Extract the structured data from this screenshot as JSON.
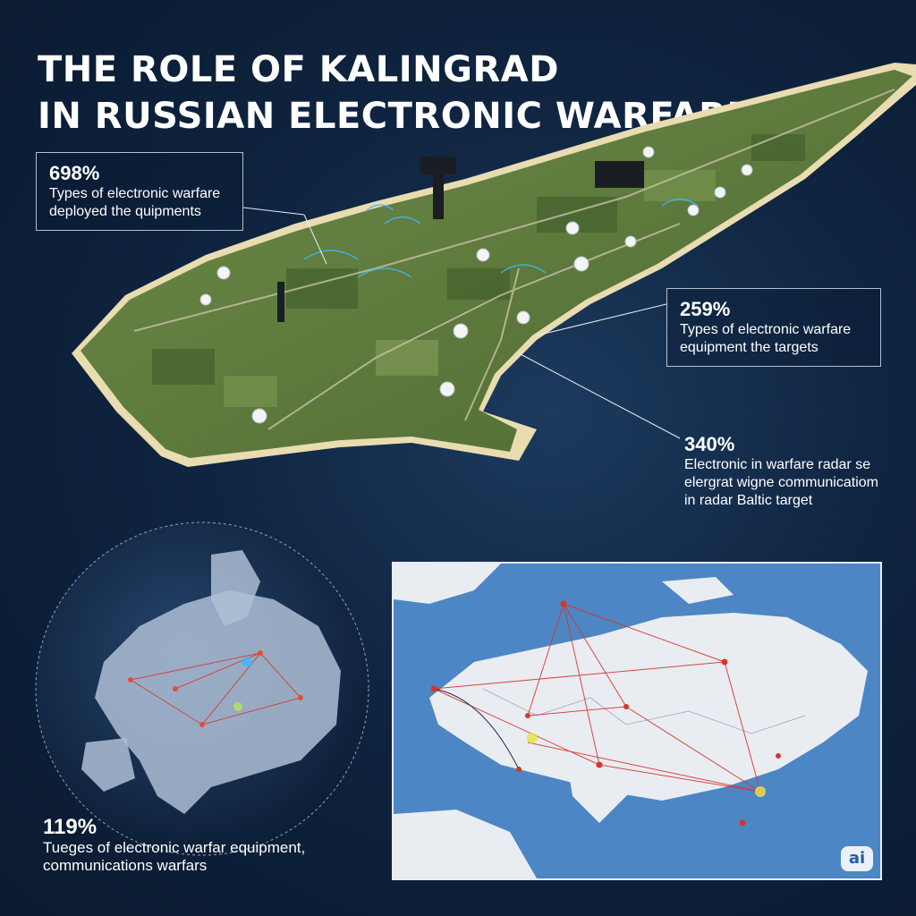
{
  "title": {
    "line1": "THE ROLE OF KALINGRAD",
    "line2": "IN RUSSIAN ELECTRONIC WARFARE"
  },
  "callouts": [
    {
      "percent": "698%",
      "text": "Types of electronic warfare deployed the quipments"
    },
    {
      "percent": "259%",
      "text": "Types of electronic warfare equipment the targets"
    },
    {
      "percent": "340%",
      "text": "Electronic in warfare radar se elergrat wigne communicatiom in radar Baltic target"
    },
    {
      "percent": "119%",
      "text": "Tueges of electronic warfar equipment, communications warfars"
    }
  ],
  "badge": {
    "label": "ai"
  },
  "colors": {
    "background": "#0f2440",
    "land": "#5d7a3e",
    "beach": "#e8dcb0",
    "sea_map": "#4d86c4",
    "land_map": "#e9edf2",
    "link_line": "#d9342b",
    "accent_glow": "#3fb6ff"
  }
}
